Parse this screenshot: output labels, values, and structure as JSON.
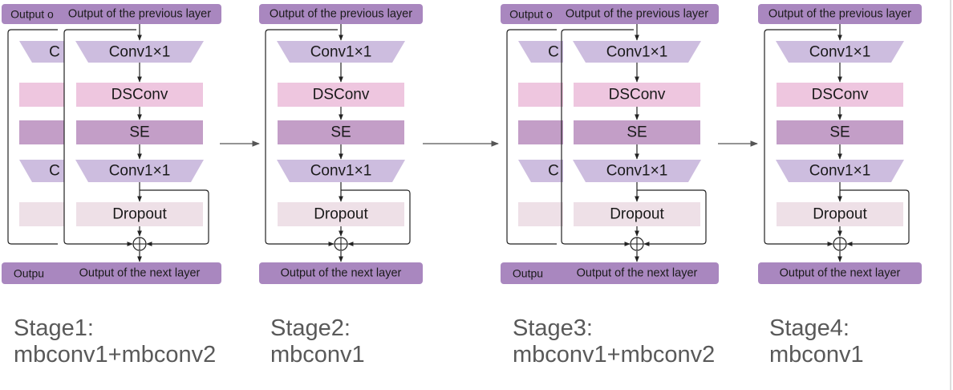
{
  "blocks": {
    "input": "Output of the previous layer",
    "conv_a": "Conv1×1",
    "dsconv": "DSConv",
    "se": "SE",
    "conv_b": "Conv1×1",
    "dropout": "Dropout",
    "output": "Output of the next layer"
  },
  "ghost": {
    "input": "Output o",
    "conv_a": "C",
    "conv_b": "C",
    "output": "Outpu"
  },
  "stages": [
    {
      "title": "Stage1:",
      "desc": "mbconv1+mbconv2"
    },
    {
      "title": "Stage2:",
      "desc": "mbconv1"
    },
    {
      "title": "Stage3:",
      "desc": "mbconv1+mbconv2"
    },
    {
      "title": "Stage4:",
      "desc": "mbconv1"
    }
  ],
  "colors": {
    "io": "#a987bf",
    "conv": "#cdbddf",
    "dsconv": "#eec6df",
    "se": "#c39ec7",
    "dropout": "#eee0e7",
    "line": "#222222",
    "caption": "#595959"
  }
}
